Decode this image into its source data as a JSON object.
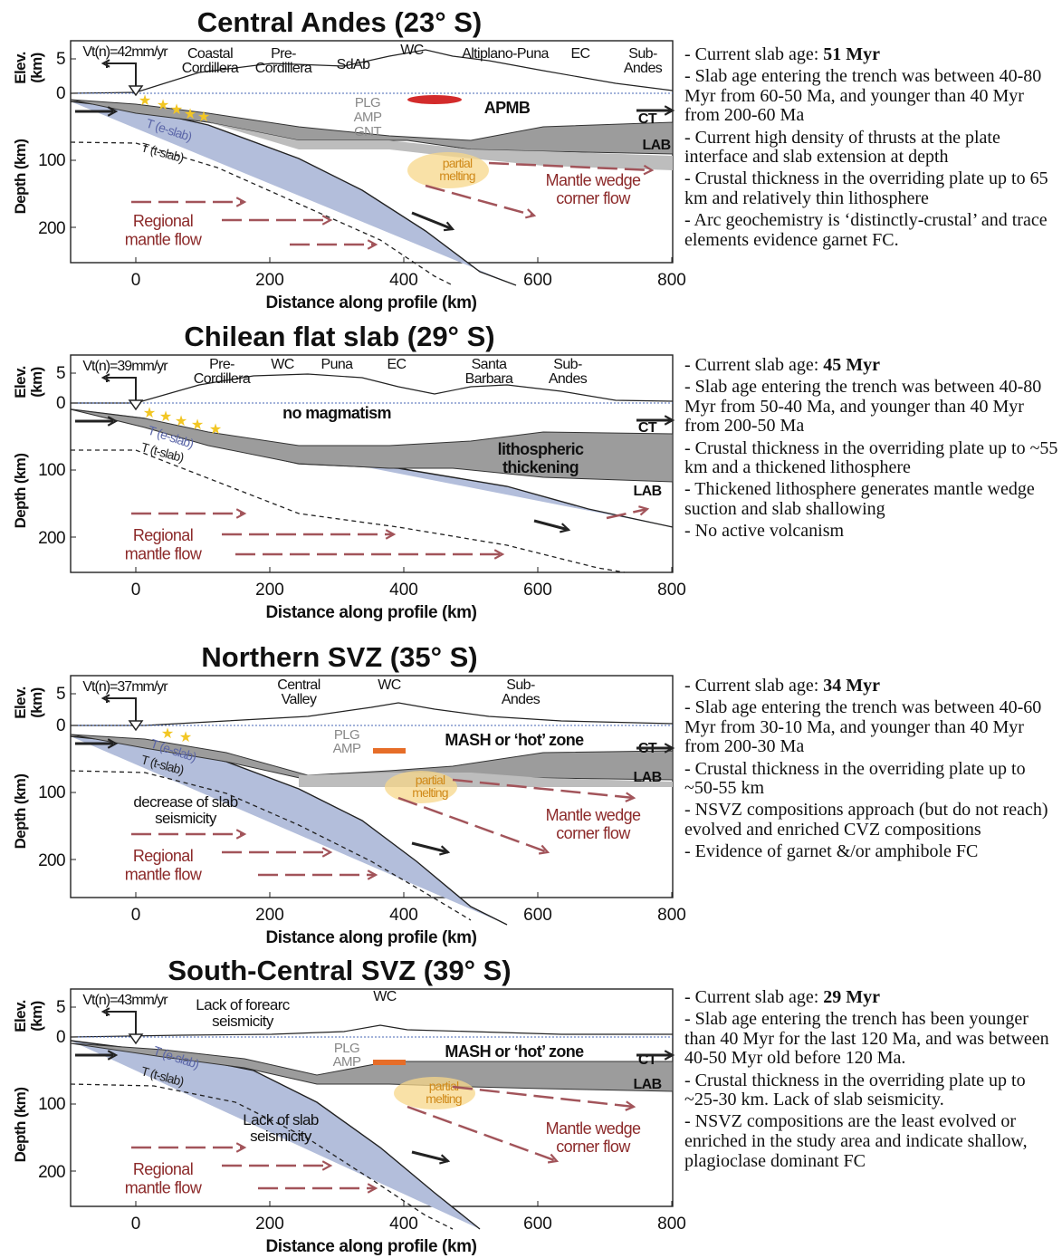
{
  "panels": [
    {
      "title": "Central Andes (23° S)",
      "vt": "Vt(n)=42mm/yr",
      "regions": [
        {
          "label": "Coastal\nCordillera"
        },
        {
          "label": "Pre-\nCordillera"
        },
        {
          "label": "SdAb"
        },
        {
          "label": "WC"
        },
        {
          "label": "Altiplano-Puna"
        },
        {
          "label": "EC"
        },
        {
          "label": "Sub-\nAndes"
        }
      ],
      "annotations": {
        "plg": "PLG",
        "amp": "AMP",
        "gnt": "GNT",
        "apmb": "APMB",
        "partial_melting": "partial\nmelting",
        "wedge_flow": "Mantle wedge\ncorner flow"
      },
      "notes": [
        {
          "text": "- Current slab age: ",
          "bold": "51 Myr"
        },
        {
          "text": "- Slab age entering the trench was between 40-80 Myr from 60-50 Ma, and younger than 40 Myr from 200-60 Ma",
          "bold": ""
        },
        {
          "text": "- Current high density of thrusts at the plate interface and slab extension at depth",
          "bold": ""
        },
        {
          "text": "- Crustal thickness in the overriding plate up to 65 km and relatively thin lithosphere",
          "bold": ""
        },
        {
          "text": "- Arc geochemistry is ‘distinctly-crustal’ and trace elements evidence garnet FC.",
          "bold": ""
        }
      ]
    },
    {
      "title": "Chilean flat slab (29° S)",
      "vt": "Vt(n)=39mm/yr",
      "regions": [
        {
          "label": "Pre-\nCordillera"
        },
        {
          "label": "WC"
        },
        {
          "label": "Puna"
        },
        {
          "label": "EC"
        },
        {
          "label": "Santa\nBarbara"
        },
        {
          "label": "Sub-\nAndes"
        }
      ],
      "annotations": {
        "no_magmatism": "no magmatism",
        "lith_thick": "lithospheric\nthickening"
      },
      "notes": [
        {
          "text": "- Current slab age: ",
          "bold": "45 Myr"
        },
        {
          "text": "- Slab age entering the trench was between 40-80 Myr from 50-40 Ma, and younger than 40 Myr from 200-50 Ma",
          "bold": ""
        },
        {
          "text": "- Crustal thickness in the overriding plate up to ~55 km and a thickened lithosphere",
          "bold": ""
        },
        {
          "text": "- Thickened lithosphere generates mantle wedge suction and slab shallowing",
          "bold": ""
        },
        {
          "text": "- No active volcanism",
          "bold": ""
        }
      ]
    },
    {
      "title": "Northern SVZ (35° S)",
      "vt": "Vt(n)=37mm/yr",
      "regions": [
        {
          "label": "Central\nValley"
        },
        {
          "label": "WC"
        },
        {
          "label": "Sub-\nAndes"
        }
      ],
      "annotations": {
        "plg": "PLG",
        "amp": "AMP",
        "mash": "MASH or ‘hot’ zone",
        "partial_melting": "partial\nmelting",
        "wedge_flow": "Mantle wedge\ncorner flow",
        "seis": "decrease of slab\nseismicity"
      },
      "notes": [
        {
          "text": "- Current slab age: ",
          "bold": "34 Myr"
        },
        {
          "text": "- Slab age entering the trench was between 40-60 Myr from 30-10 Ma, and younger than 40 Myr from 200-30 Ma",
          "bold": ""
        },
        {
          "text": "- Crustal thickness in the overriding plate up to ~50-55 km",
          "bold": ""
        },
        {
          "text": "- NSVZ compositions approach (but do not reach) evolved and enriched CVZ compositions",
          "bold": ""
        },
        {
          "text": "- Evidence of garnet &/or amphibole FC",
          "bold": ""
        }
      ]
    },
    {
      "title": "South-Central SVZ (39° S)",
      "vt": "Vt(n)=43mm/yr",
      "regions": [
        {
          "label": "WC"
        }
      ],
      "annotations": {
        "plg": "PLG",
        "amp": "AMP",
        "mash": "MASH or ‘hot’ zone",
        "partial_melting": "partial\nmelting",
        "wedge_flow": "Mantle wedge\ncorner flow",
        "forearc": "Lack of forearc\nseismicity",
        "seis": "Lack of slab\nseismicity"
      },
      "notes": [
        {
          "text": "- Current slab age: ",
          "bold": "29 Myr"
        },
        {
          "text": "- Slab age entering the trench has been younger than 40 Myr for the last 120 Ma, and was between 40-50 Myr old before 120 Ma.",
          "bold": ""
        },
        {
          "text": "- Crustal thickness in the overriding plate up to ~25-30 km. Lack of slab seismicity.",
          "bold": ""
        },
        {
          "text": "- NSVZ compositions are the least evolved or enriched in the study area and indicate shallow, plagioclase dominant FC",
          "bold": ""
        }
      ]
    }
  ],
  "common": {
    "elev_label": "Elev.\n(km)",
    "depth_label": "Depth (km)",
    "x_label": "Distance along profile (km)",
    "x_ticks": [
      "0",
      "200",
      "400",
      "600",
      "800"
    ],
    "elev_ticks": [
      "5",
      "0"
    ],
    "depth_ticks": [
      "100",
      "200"
    ],
    "e_slab": "T (e-slab)",
    "t_slab": "T (t-slab)",
    "ct": "CT",
    "lab": "LAB",
    "regional_flow": "Regional\nmantle flow"
  }
}
